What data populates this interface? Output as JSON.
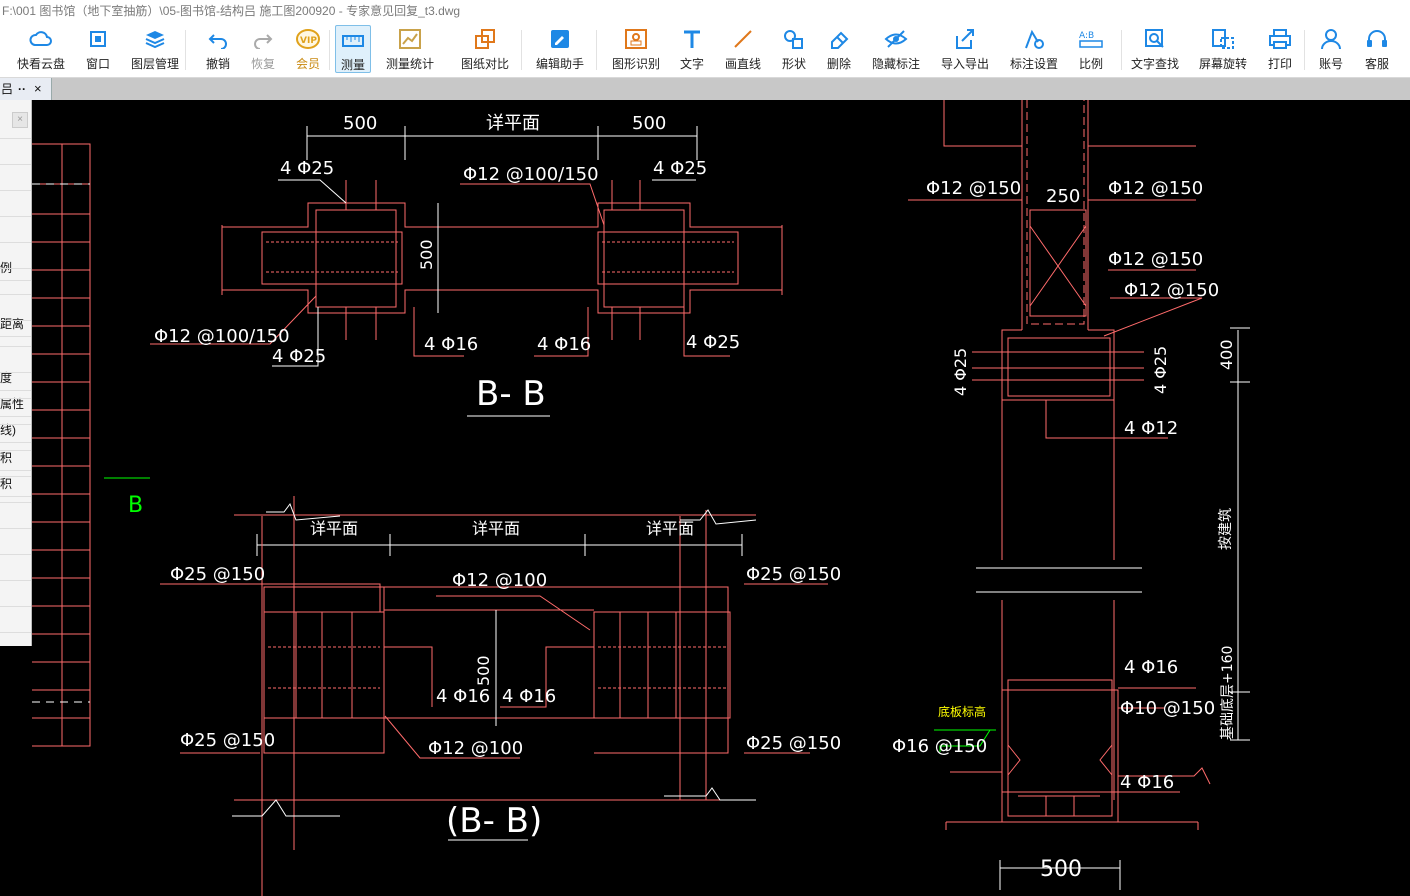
{
  "window": {
    "title": "F:\\001 图书馆（地下室抽筋）\\05-图书馆-结构吕  施工图200920 - 专家意见回复_t3.dwg"
  },
  "toolbar": {
    "items": [
      {
        "label": "快看云盘",
        "icon": "cloud-icon"
      },
      {
        "label": "窗口",
        "icon": "window-icon"
      },
      {
        "label": "图层管理",
        "icon": "layers-icon"
      },
      {
        "label": "撤销",
        "icon": "undo-icon"
      },
      {
        "label": "恢复",
        "icon": "redo-icon"
      },
      {
        "label": "会员",
        "icon": "vip-icon"
      },
      {
        "label": "测量",
        "icon": "ruler-icon"
      },
      {
        "label": "测量统计",
        "icon": "measure-stats-icon"
      },
      {
        "label": "图纸对比",
        "icon": "compare-icon"
      },
      {
        "label": "编辑助手",
        "icon": "edit-assistant-icon"
      },
      {
        "label": "图形识别",
        "icon": "shape-recognize-icon"
      },
      {
        "label": "文字",
        "icon": "text-icon"
      },
      {
        "label": "画直线",
        "icon": "line-icon"
      },
      {
        "label": "形状",
        "icon": "shape-icon"
      },
      {
        "label": "删除",
        "icon": "eraser-icon"
      },
      {
        "label": "隐藏标注",
        "icon": "hide-eye-icon"
      },
      {
        "label": "导入导出",
        "icon": "import-export-icon"
      },
      {
        "label": "标注设置",
        "icon": "annotation-settings-icon"
      },
      {
        "label": "比例",
        "icon": "scale-icon"
      },
      {
        "label": "文字查找",
        "icon": "text-search-icon"
      },
      {
        "label": "屏幕旋转",
        "icon": "rotate-screen-icon"
      },
      {
        "label": "打印",
        "icon": "printer-icon"
      },
      {
        "label": "账号",
        "icon": "user-icon"
      },
      {
        "label": "客服",
        "icon": "headset-icon"
      }
    ],
    "accent_color": "#1e88e5",
    "vip_color": "#e0a21b"
  },
  "tabstrip": {
    "tab_label": "吕",
    "close": "×"
  },
  "sidepanel": {
    "rows": [
      "例",
      "距离",
      "度",
      "属性",
      "线)",
      "积",
      "积"
    ]
  },
  "drawing": {
    "colors": {
      "line": "#ff5a5a",
      "text": "#ffffff",
      "green": "#00ff00",
      "yellow": "#ffff00"
    },
    "labels": {
      "d500a": "500",
      "dPlan": "详平面",
      "d500b": "500",
      "n4p25a": "4 Φ25",
      "n4p25b": "4 Φ25",
      "n4p25c": "4 Φ25",
      "n4p25d": "4 Φ25",
      "p12_100_150a": "Φ12 @100/150",
      "p12_100_150b": "Φ12 @100/150",
      "d500v": "500",
      "n4p16a": "4 Φ16",
      "n4p16b": "4 Φ16",
      "secBB": "B- B",
      "dPlan2a": "详平面",
      "dPlan2b": "详平面",
      "dPlan2c": "详平面",
      "p25_150a": "Φ25 @150",
      "p25_150b": "Φ25 @150",
      "p25_150c": "Φ25 @150",
      "p25_150d": "Φ25 @150",
      "p12_100a": "Φ12 @100",
      "p12_100b": "Φ12 @100",
      "d500v2": "500",
      "n4p16c": "4 Φ16",
      "n4p16d": "4 Φ16",
      "secBB2": "(B- B)",
      "markB": "B",
      "p12_150a": "Φ12 @150",
      "p12_150b": "Φ12 @150",
      "p12_150c": "Φ12 @150",
      "p12_150d": "Φ12 @150",
      "d250": "250",
      "n4p25e": "4 Φ25",
      "n4p25f": "4 Φ25",
      "d400": "400",
      "n4p12": "4 Φ12",
      "vert1": "按建筑",
      "n4p16e": "4 Φ16",
      "p10_150": "Φ10 @150",
      "p16_150": "Φ16 @150",
      "n4p16f": "4 Φ16",
      "baseElev": "底板标高",
      "vert2": "基础底层+160",
      "d500c": "500"
    }
  }
}
